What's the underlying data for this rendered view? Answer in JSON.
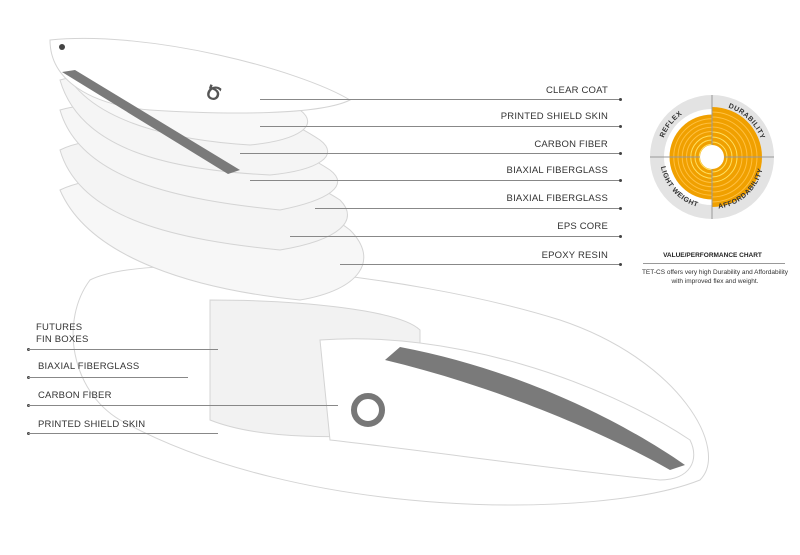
{
  "layers_right": [
    "CLEAR COAT",
    "PRINTED SHIELD SKIN",
    "CARBON FIBER",
    "BIAXIAL FIBERGLASS",
    "BIAXIAL FIBERGLASS",
    "EPS CORE",
    "EPOXY RESIN"
  ],
  "layers_left": [
    "FUTURES\nFIN BOXES",
    "BIAXIAL FIBERGLASS",
    "CARBON FIBER",
    "PRINTED SHIELD SKIN"
  ],
  "chart_data": {
    "type": "polar-area",
    "title": "VALUE/PERFORMANCE CHART",
    "description": "TET-CS offers very high Durability and Affordability with improved flex and weight.",
    "categories": [
      "DURABILITY",
      "AFFORDABILITY",
      "LIGHT WEIGHT",
      "REFLEX"
    ],
    "values": [
      10,
      10,
      8.5,
      8.5
    ],
    "max": 10,
    "colors": {
      "fill_outer": "#f0a000",
      "fill_inner": "#ffe060",
      "ring": "#e3e3e3"
    }
  },
  "colors": {
    "stringer": "#7a7a7a",
    "outline": "#c8c8c8"
  }
}
